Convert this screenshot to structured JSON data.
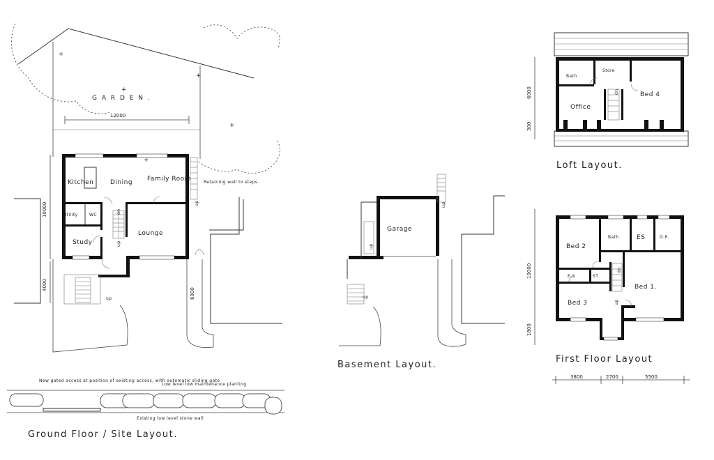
{
  "ground": {
    "title": "Ground Floor / Site Layout.",
    "garden": "G A R D E N .",
    "width_dim": "12000",
    "depth_dim": "10000",
    "front_dim": "4000",
    "drive_dim": "6000",
    "retaining": "Retaining wall to steps",
    "up": "up",
    "dn": "dn",
    "rooms": {
      "kitchen": "Kitchen",
      "dining": "Dining",
      "family": "Family Room",
      "utility": "Utility",
      "wc": "WC",
      "study": "Study",
      "lounge": "Lounge"
    },
    "notes": {
      "gated": "New gated access at position of existing access, with automatic sliding gate",
      "planting": "Low level low maintenance planting",
      "wall": "Existing low level stone wall"
    }
  },
  "basement": {
    "title": "Basement Layout.",
    "garage": "Garage",
    "up": "up"
  },
  "loft": {
    "title": "Loft Layout.",
    "bath": "Bath",
    "store": "Store",
    "dn": "dn",
    "bed4": "Bed 4",
    "office": "Office",
    "dim_main": "6000",
    "dim_small": "300"
  },
  "first": {
    "title": "First Floor Layout",
    "bed1": "Bed 1.",
    "bed2": "Bed 2",
    "bed3": "Bed 3",
    "bath": "Bath",
    "es": "ES",
    "dr": "D.R.",
    "es_small": "E-S",
    "st": "ST",
    "dn": "dn",
    "up": "up",
    "dim_depth": "10000",
    "dim_front": "1800",
    "dims_bottom": [
      "3800",
      "2700",
      "5500"
    ]
  }
}
